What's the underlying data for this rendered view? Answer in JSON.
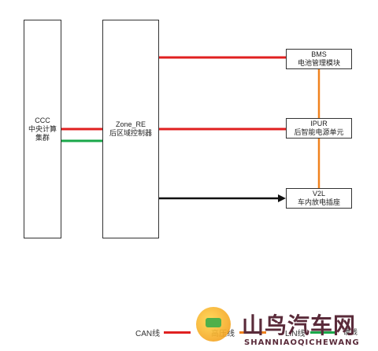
{
  "nodes": {
    "ccc": {
      "line1": "CCC",
      "line2": "中央计算",
      "line3": "集群"
    },
    "zone": {
      "line1": "Zone_RE",
      "line2": "后区域控制器"
    },
    "bms": {
      "line1": "BMS",
      "line2": "电池管理模块"
    },
    "ipur": {
      "line1": "IPUR",
      "line2": "后智能电源单元"
    },
    "v2l": {
      "line1": "V2L",
      "line2": "车内放电插座"
    }
  },
  "legend": {
    "can": {
      "label": "CAN线",
      "color": "#e02020"
    },
    "hv": {
      "label": "高压线",
      "color": "#f0821e"
    },
    "lin": {
      "label": "LIN线",
      "color": "#1aa84a"
    },
    "hard": {
      "label": "硬线",
      "color": "#111111"
    }
  },
  "watermark": {
    "title": "山鸟汽车网",
    "subtitle": "SHANNIAOQICHEWANG"
  }
}
